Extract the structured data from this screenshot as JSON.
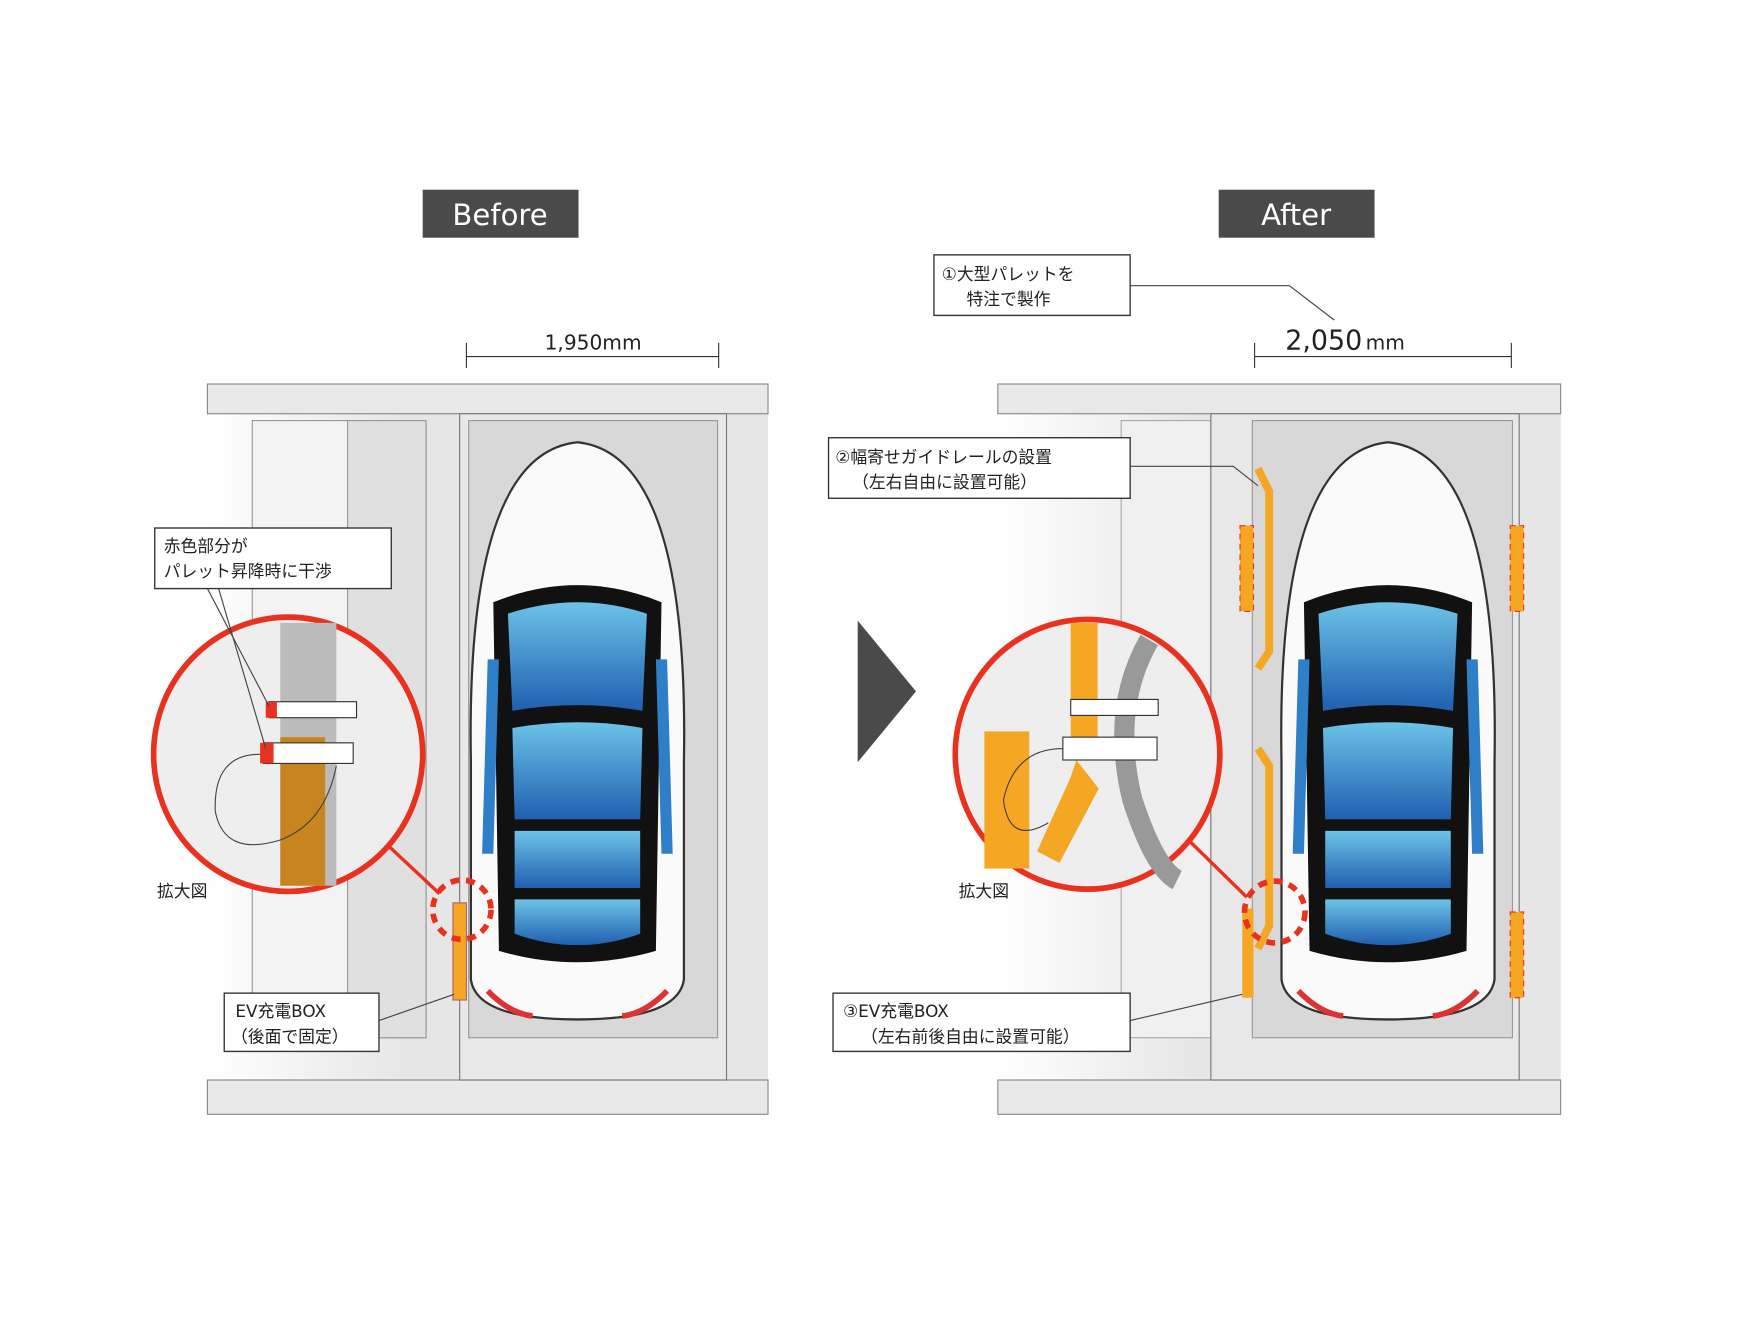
{
  "before": {
    "title": "Before",
    "dimension": "1,950mm",
    "callout_interference": [
      "赤色部分が",
      "パレット昇降時に干渉"
    ],
    "zoom_label": "拡大図",
    "callout_box": [
      "EV充電BOX",
      "（後面で固定）"
    ]
  },
  "after": {
    "title": "After",
    "dimension_value": "2,050",
    "dimension_unit": "mm",
    "callout_pallet": [
      "①大型パレットを",
      "特注で製作"
    ],
    "callout_rail": [
      "②幅寄せガイドレールの設置",
      "（左右自由に設置可能）"
    ],
    "zoom_label": "拡大図",
    "callout_box": [
      "③EV充電BOX",
      "（左右前後自由に設置可能）"
    ]
  },
  "colors": {
    "header": "#4a4a4a",
    "interference": "#e8321e",
    "rail": "#f5a623",
    "glass": "#2f7fc8"
  }
}
